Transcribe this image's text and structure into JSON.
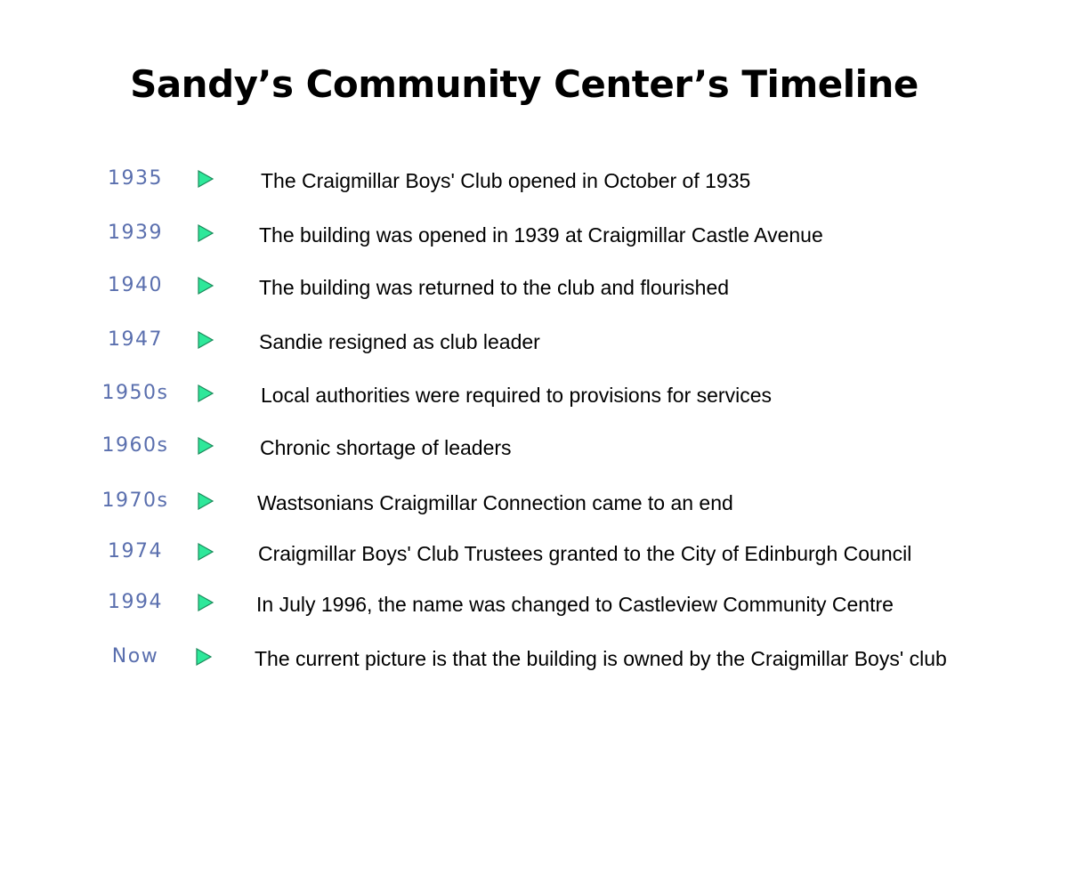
{
  "title": "Sandy’s Community Center’s Timeline",
  "timeline": [
    {
      "year": "1935",
      "event": "The Craigmillar Boys' Club opened in October of 1935"
    },
    {
      "year": "1939",
      "event": "The building was opened in 1939 at Craigmillar Castle Avenue"
    },
    {
      "year": "1940",
      "event": "The building was returned to the club and flourished"
    },
    {
      "year": "1947",
      "event": "Sandie resigned as club leader"
    },
    {
      "year": "1950s",
      "event": "Local authorities were required to provisions for services"
    },
    {
      "year": "1960s",
      "event": "Chronic shortage of leaders"
    },
    {
      "year": "1970s",
      "event": "Wastsonians Craigmillar Connection came to an end"
    },
    {
      "year": "1974",
      "event": "Craigmillar Boys' Club Trustees granted to the City of Edinburgh Council"
    },
    {
      "year": "1994",
      "event": "In July 1996, the name was changed to Castleview Community Centre"
    },
    {
      "year": "Now",
      "event": "The current picture is that the building is owned by the Craigmillar Boys' club"
    }
  ],
  "colors": {
    "year_text": "#5a6fae",
    "arrow_fill": "#2ee89a",
    "arrow_stroke": "#1a8a5a",
    "event_text": "#000000"
  },
  "icons": {
    "bullet": "play-arrow-icon"
  }
}
